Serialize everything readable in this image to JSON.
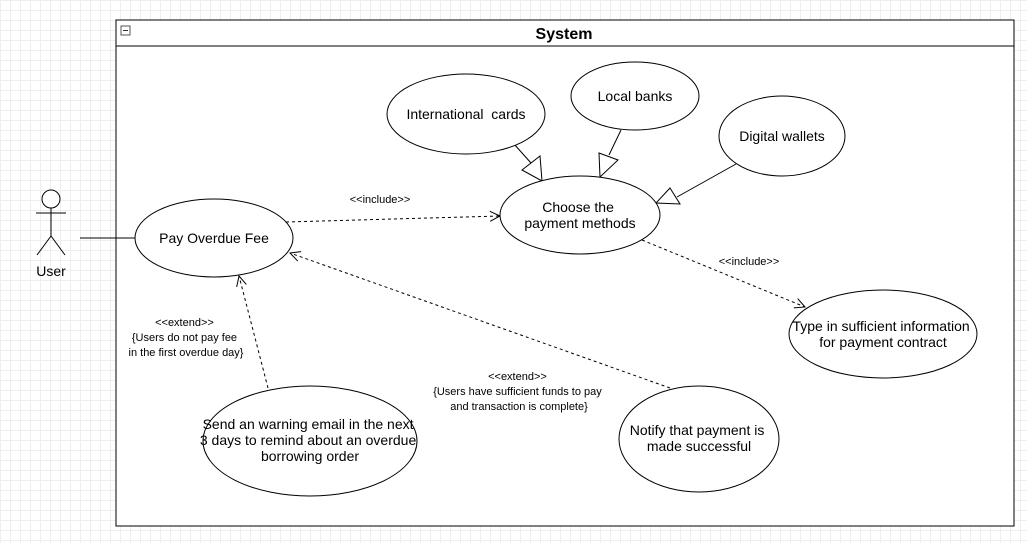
{
  "system": {
    "title": "System"
  },
  "actor": {
    "label": "User"
  },
  "usecases": {
    "pay_fee": "Pay Overdue Fee",
    "choose": [
      "Choose the",
      "payment methods"
    ],
    "intl_cards": "International  cards",
    "local_banks": "Local banks",
    "wallets": "Digital wallets",
    "type_info": [
      "Type in sufficient information",
      "for payment contract"
    ],
    "notify": [
      "Notify that payment is",
      "made successful"
    ],
    "warning_email": [
      "Send an warning email in the next",
      "3 days to remind about an overdue",
      "borrowing order"
    ]
  },
  "relations": {
    "include_1": "<<include>>",
    "include_2": "<<include>>",
    "extend_1": [
      "<<extend>>",
      "{Users do not pay fee",
      "in the first overdue day}"
    ],
    "extend_2": [
      "<<extend>>",
      "{Users have sufficient funds to pay",
      "and transaction is complete}"
    ]
  }
}
